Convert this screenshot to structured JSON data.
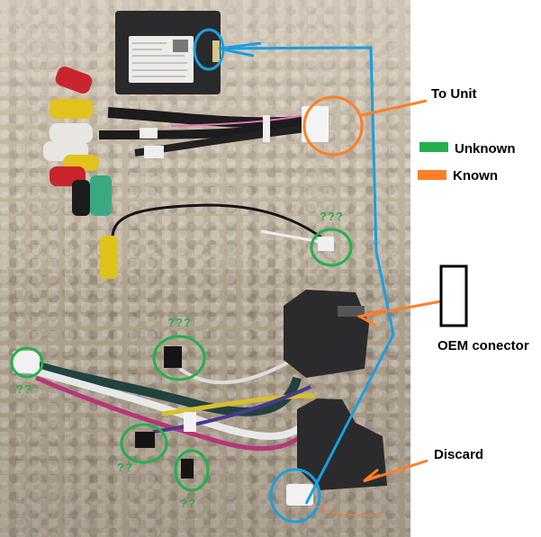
{
  "image": {
    "description": "Photo of car stereo wiring harness on carpet with color-coded annotations",
    "background": "beige carpet"
  },
  "annotations": {
    "to_unit": {
      "label": "To Unit",
      "color": "#ff7f27"
    },
    "oem_connector": {
      "label": "OEM conector",
      "color": "#ff7f27"
    },
    "discard": {
      "label": "Discard",
      "color": "#ff7f27"
    }
  },
  "legend": {
    "items": [
      {
        "label": "Unknown",
        "color": "#22b14c"
      },
      {
        "label": "Known",
        "color": "#ff7f27"
      }
    ]
  },
  "unknown_markers": [
    {
      "id": "connector-top-middle",
      "text": "???"
    },
    {
      "id": "connector-middle-left",
      "text": "???"
    },
    {
      "id": "connector-far-left",
      "text": "??"
    },
    {
      "id": "connector-bottom-left",
      "text": "??"
    },
    {
      "id": "connector-bottom-right",
      "text": "??"
    }
  ],
  "link_line_color": "#1a9fe0",
  "objects": {
    "module_box": "black interface module with white sticker label",
    "rca_cables": [
      "red",
      "yellow",
      "white",
      "white",
      "yellow",
      "red",
      "black",
      "green"
    ]
  }
}
